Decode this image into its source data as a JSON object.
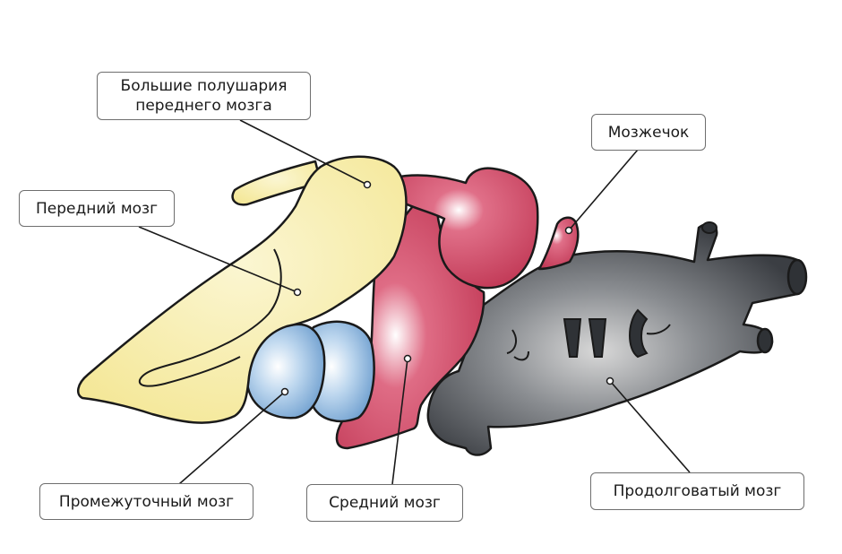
{
  "labels": {
    "hemispheres": [
      "Большие полушария",
      "переднего мозга"
    ],
    "forebrain": "Передний мозг",
    "cerebellum": "Мозжечок",
    "diencephalon": "Промежуточный мозг",
    "midbrain": "Средний мозг",
    "medulla": "Продолговатый мозг"
  },
  "colors": {
    "forebrain": "#f7eda3",
    "diencephalon": "#8fb8de",
    "midbrain": "#c23a57",
    "medulla": "#3b3e43",
    "outline": "#1a1a1a"
  }
}
